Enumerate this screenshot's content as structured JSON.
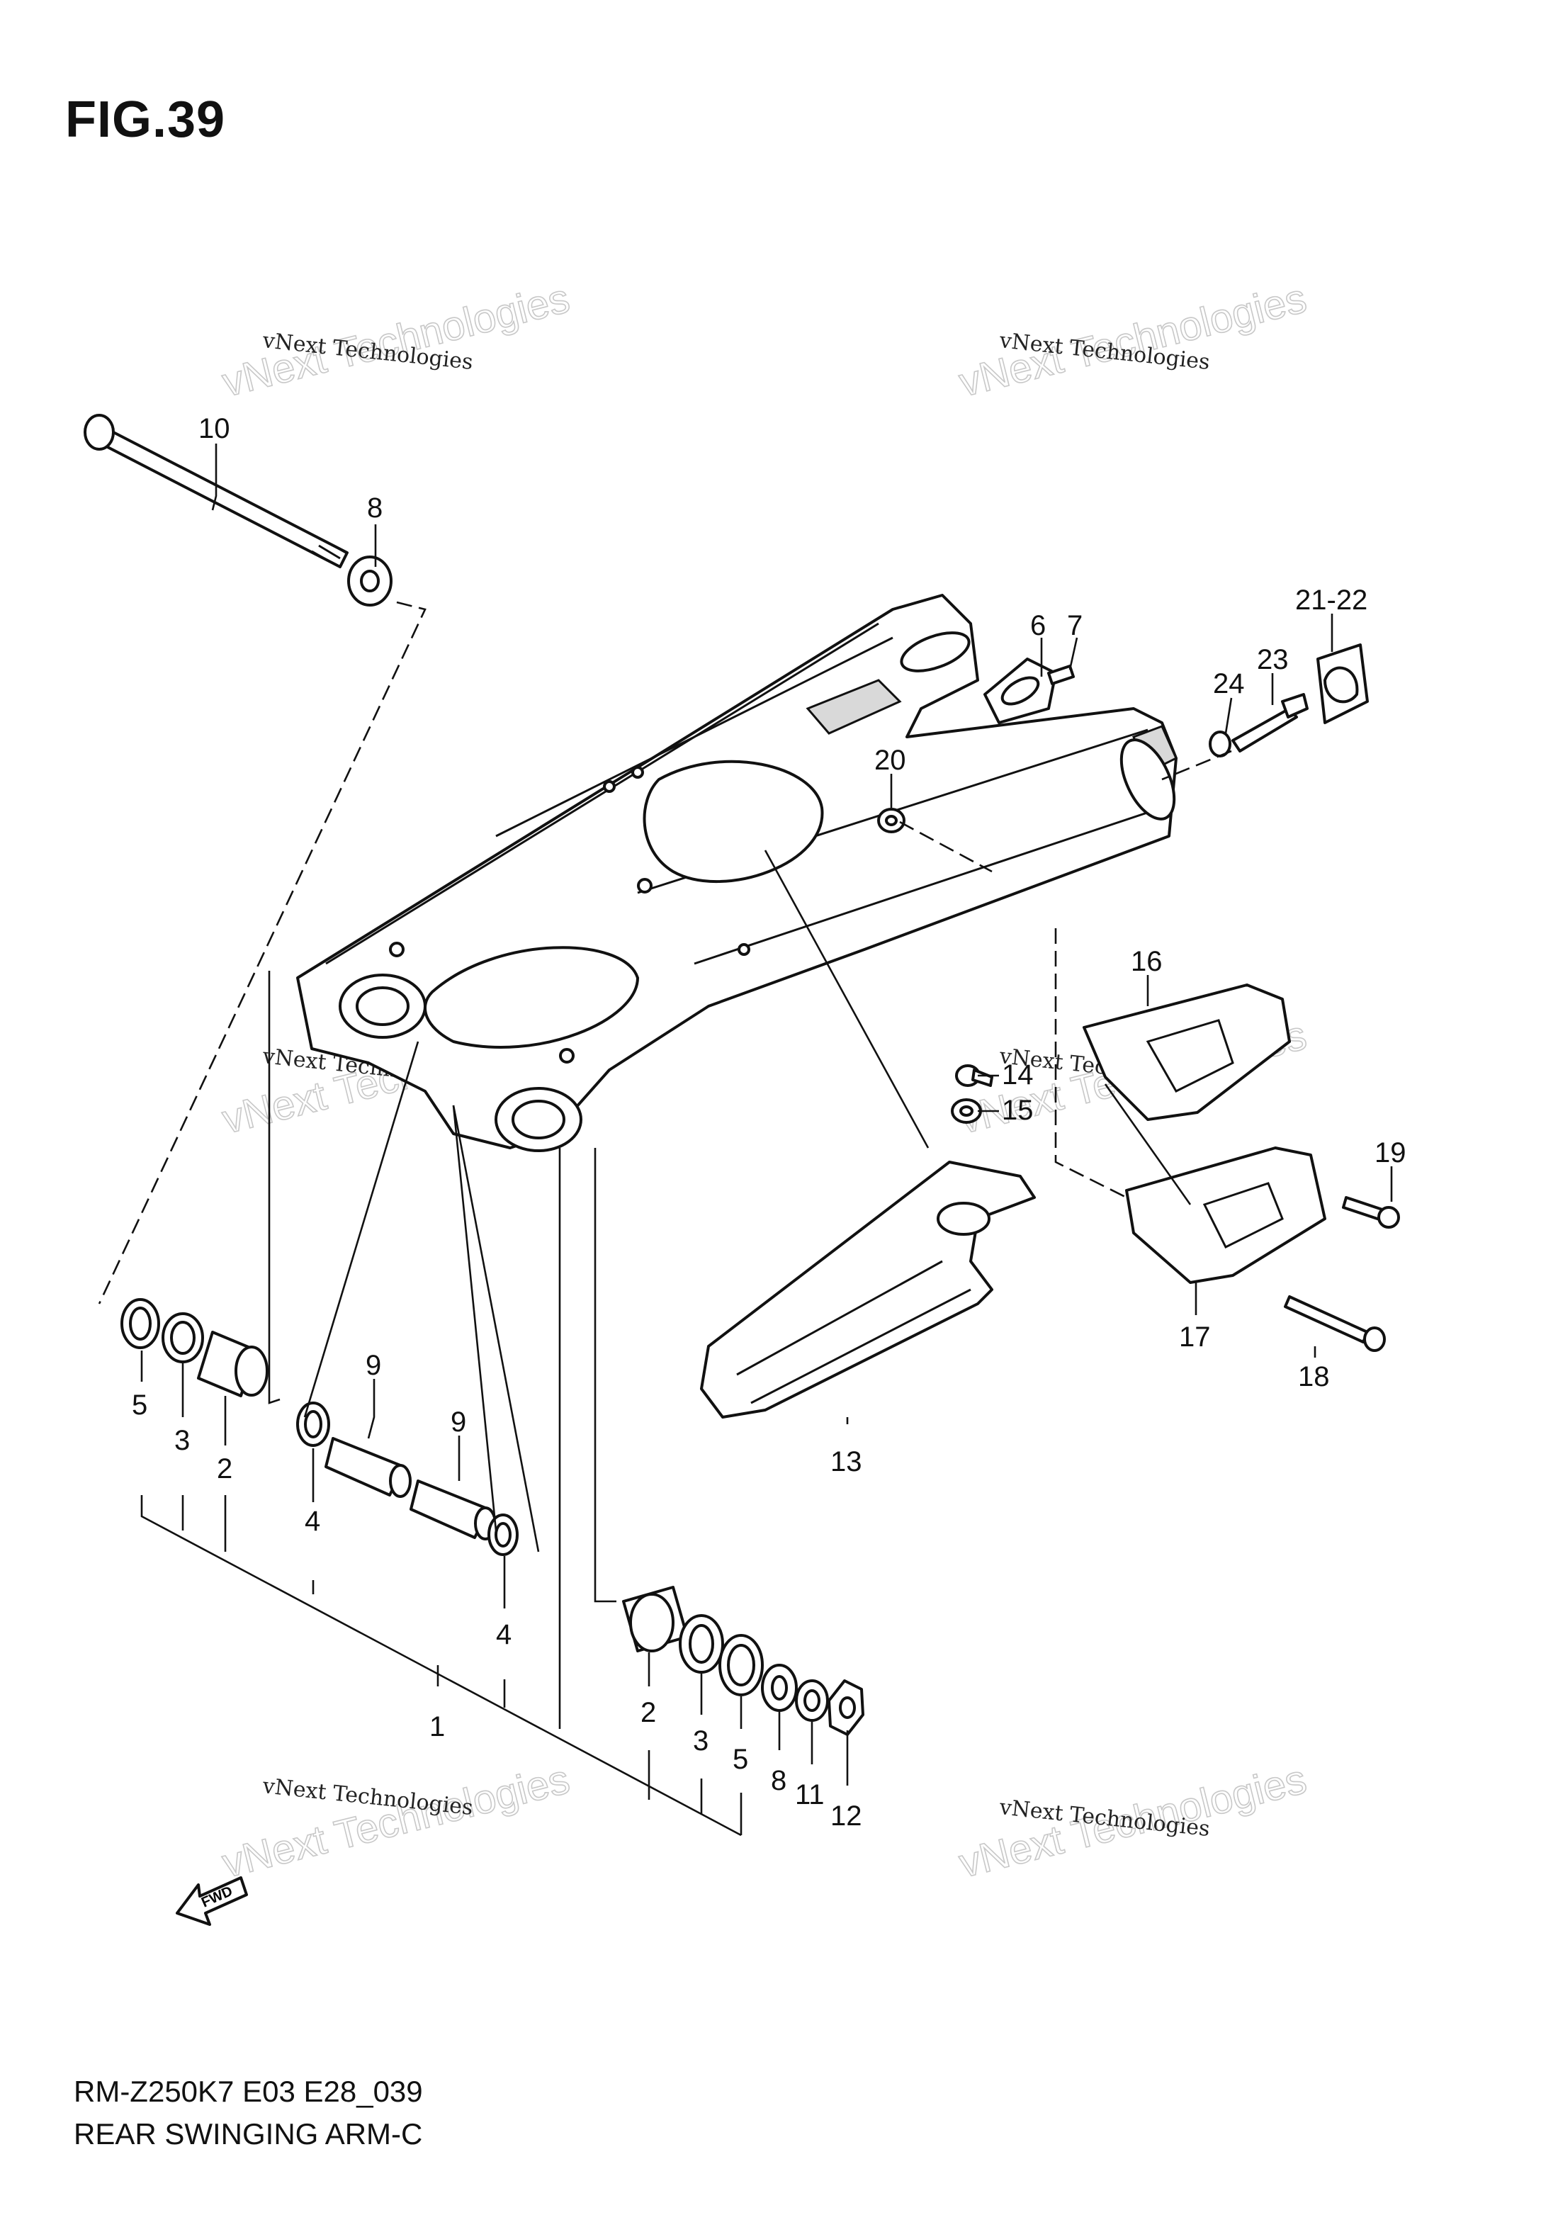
{
  "figure": {
    "title": "FIG.39",
    "model_code": "RM-Z250K7 E03 E28_039",
    "section_name": "REAR SWINGING ARM-C"
  },
  "watermark": {
    "small_text": "vNext Technologies",
    "big_text": "vNext Technologies"
  },
  "fwd_arrow_label": "FWD",
  "callouts": [
    "10",
    "8",
    "6",
    "7",
    "21-22",
    "24",
    "23",
    "20",
    "16",
    "14",
    "15",
    "19",
    "17",
    "18",
    "13",
    "5",
    "3",
    "2",
    "9",
    "9",
    "4",
    "4",
    "1",
    "2",
    "3",
    "5",
    "8",
    "11",
    "12"
  ]
}
